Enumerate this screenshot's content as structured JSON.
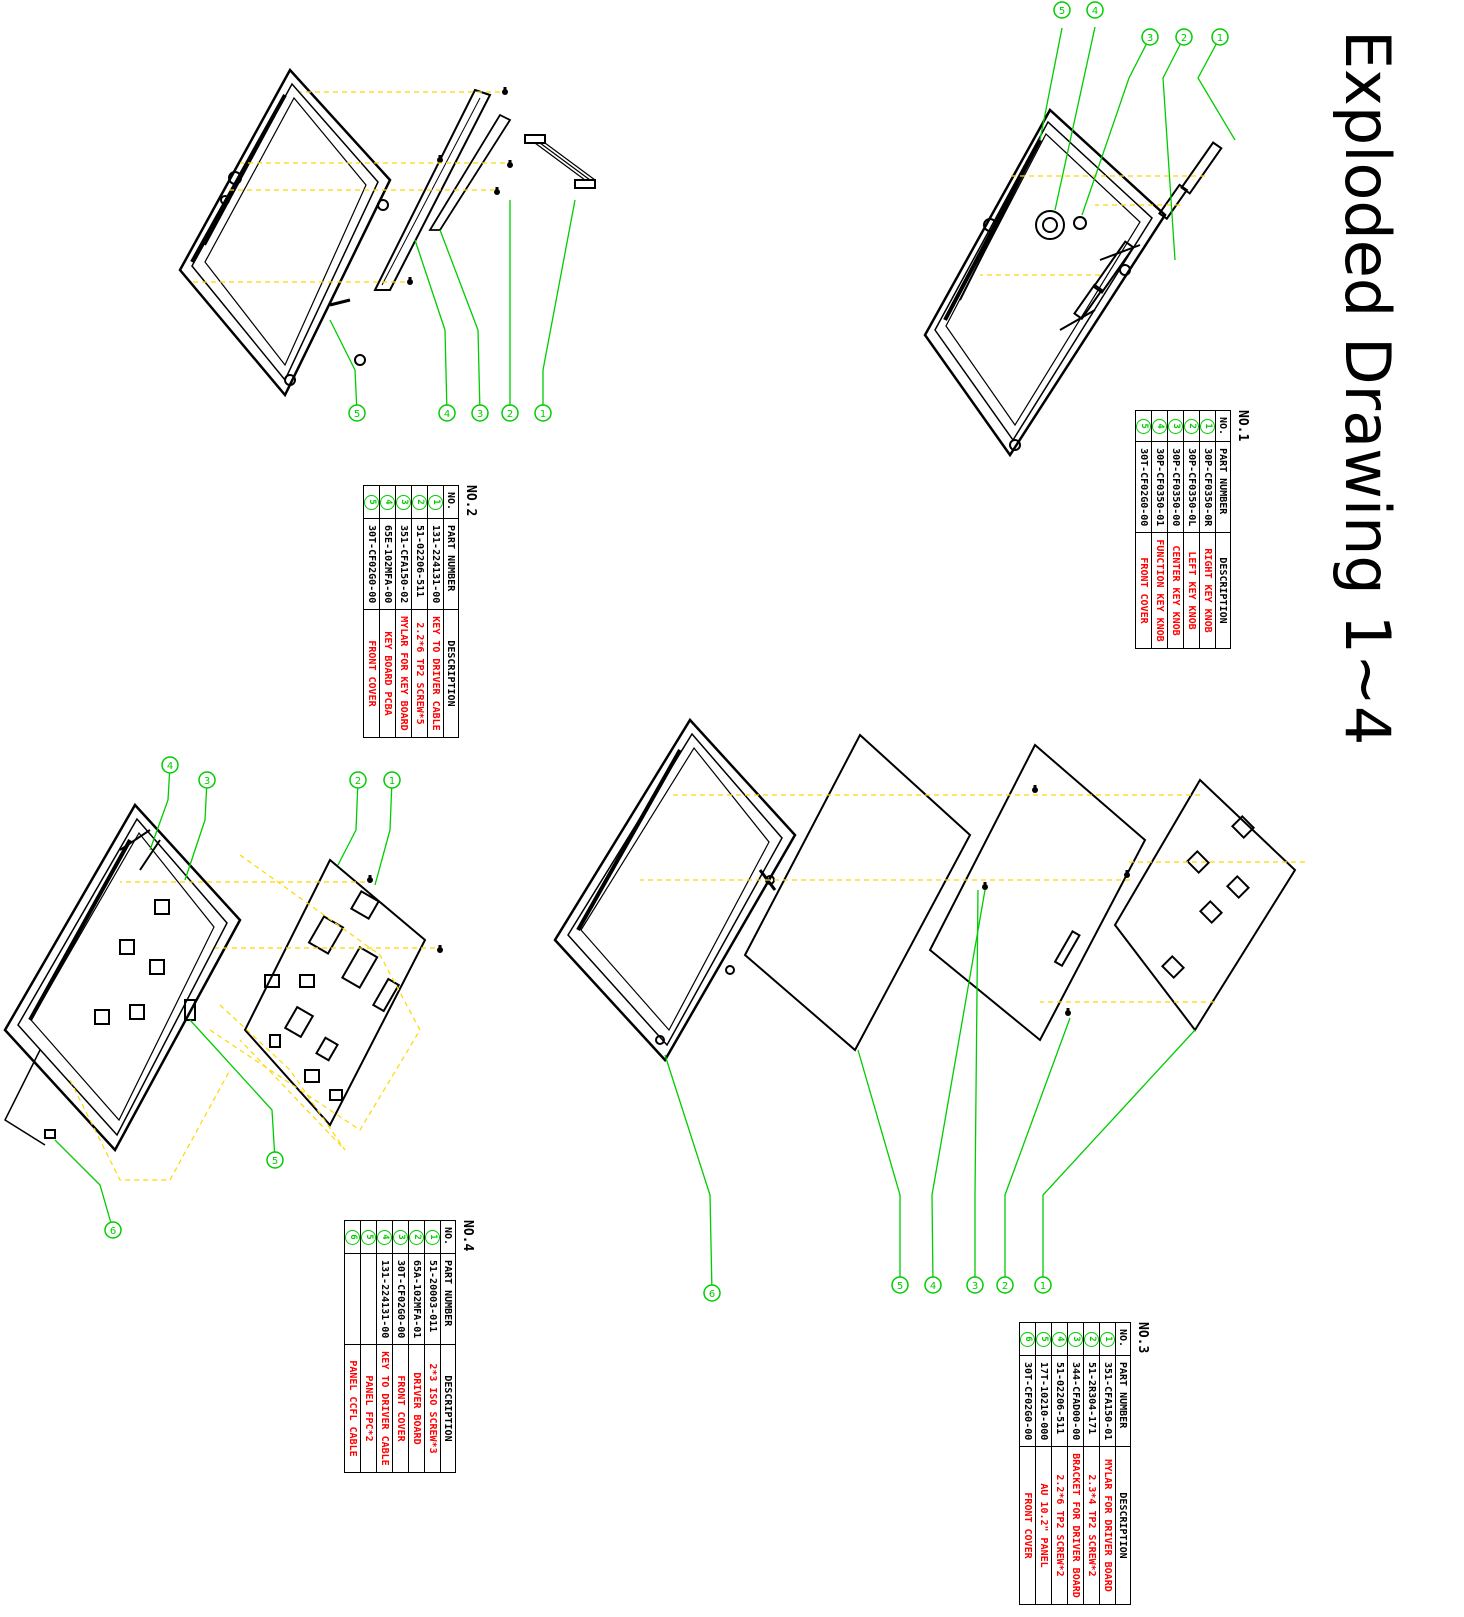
{
  "title": "Exploded Drawing 1~4",
  "colors": {
    "outline": "#000000",
    "callout": "#00cc00",
    "guide": "#ffd800",
    "description": "#ff0000"
  },
  "tables": [
    {
      "title": "NO.1",
      "headers": {
        "no": "NO.",
        "part_number": "PART NUMBER",
        "description": "DESCRIPTION"
      },
      "rows": [
        {
          "no": "1",
          "part_number": "30P-CF0350-0R",
          "description": "RIGHT KEY KNOB"
        },
        {
          "no": "2",
          "part_number": "30P-CF0350-0L",
          "description": "LEFT KEY KNOB"
        },
        {
          "no": "3",
          "part_number": "30P-CF0350-00",
          "description": "CENTER KEY KNOB"
        },
        {
          "no": "4",
          "part_number": "30P-CF0350-01",
          "description": "FUNCTION KEY KNOB"
        },
        {
          "no": "5",
          "part_number": "30T-CF02G0-00",
          "description": "FRONT COVER"
        }
      ]
    },
    {
      "title": "NO.2",
      "headers": {
        "no": "NO.",
        "part_number": "PART NUMBER",
        "description": "DESCRIPTION"
      },
      "rows": [
        {
          "no": "1",
          "part_number": "131-224131-00",
          "description": "KEY TO DRIVER CABLE"
        },
        {
          "no": "2",
          "part_number": "51-02206-511",
          "description": "2.2*6 TP2 SCREW*5"
        },
        {
          "no": "3",
          "part_number": "351-CFA150-02",
          "description": "MYLAR FOR KEY BOARD"
        },
        {
          "no": "4",
          "part_number": "65E-102MFA-00",
          "description": "KEY BOARD PCBA"
        },
        {
          "no": "5",
          "part_number": "30T-CF02G0-00",
          "description": "FRONT COVER"
        }
      ]
    },
    {
      "title": "NO.3",
      "headers": {
        "no": "NO.",
        "part_number": "PART NUMBER",
        "description": "DESCRIPTION"
      },
      "rows": [
        {
          "no": "1",
          "part_number": "351-CFA150-01",
          "description": "MYLAR FOR DRIVER BOARD"
        },
        {
          "no": "2",
          "part_number": "51-2R304-171",
          "description": "2.3*4 TP2 SCREW*2"
        },
        {
          "no": "3",
          "part_number": "344-CFAD00-00",
          "description": "BRACKET FOR DRIVER BOARD"
        },
        {
          "no": "4",
          "part_number": "51-02206-511",
          "description": "2.2*6 TP2 SCREW*2"
        },
        {
          "no": "5",
          "part_number": "17T-10210-000",
          "description": "AU 10.2\" PANEL"
        },
        {
          "no": "6",
          "part_number": "30T-CF02G0-00",
          "description": "FRONT COVER"
        }
      ]
    },
    {
      "title": "NO.4",
      "headers": {
        "no": "NO.",
        "part_number": "PART NUMBER",
        "description": "DESCRIPTION"
      },
      "rows": [
        {
          "no": "1",
          "part_number": "51-20003-011",
          "description": "2*3 ISO SCREW*3"
        },
        {
          "no": "2",
          "part_number": "65A-102MFA-01",
          "description": "DRIVER BOARD"
        },
        {
          "no": "3",
          "part_number": "30T-CF02G0-00",
          "description": "FRONT COVER"
        },
        {
          "no": "4",
          "part_number": "131-224131-00",
          "description": "KEY TO DRIVER CABLE"
        },
        {
          "no": "5",
          "part_number": "",
          "description": "PANEL FPC*2"
        },
        {
          "no": "6",
          "part_number": "",
          "description": "PANEL CCFL CABLE"
        }
      ]
    }
  ],
  "callouts": {
    "d1": [
      "5",
      "4",
      "3",
      "2",
      "1"
    ],
    "d2": [
      "5",
      "4",
      "3",
      "2",
      "1"
    ],
    "d3": [
      "6",
      "5",
      "4",
      "3",
      "2",
      "1"
    ],
    "d4": [
      "4",
      "3",
      "2",
      "1",
      "5",
      "6"
    ]
  }
}
